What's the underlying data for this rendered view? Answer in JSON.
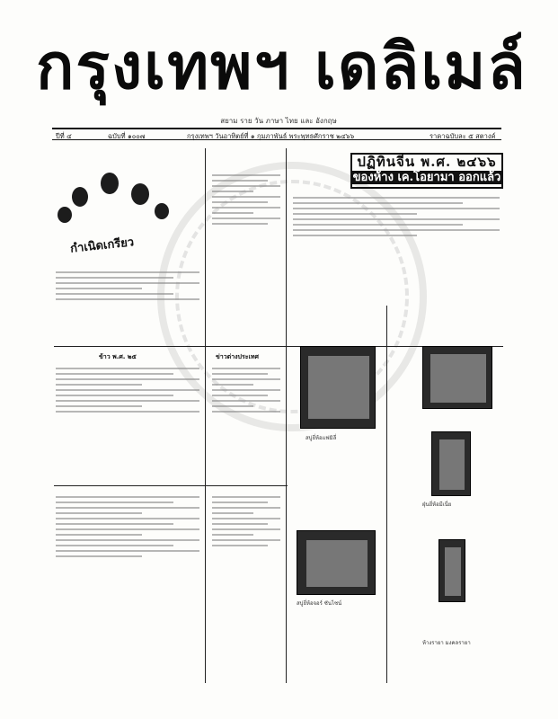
{
  "masthead": {
    "title": "กรุงเทพฯ เดลิเมล์"
  },
  "header": {
    "subtitle": "สยาม ราย วัน ภาษา ไทย และ อังกฤษ",
    "issue": "ปีที่ ๔",
    "number": "ฉบับที่ ๑๐๐๗",
    "date": "กรุงเทพฯ วันอาทิตย์ที่ ๑ กุมภาพันธ์ พระพุทธศักราช ๒๔๖๖",
    "price": "ราคาฉบับละ ๕ สตางค์"
  },
  "ad": {
    "line1": "ปฏิทินจีน พ.ศ. ๒๔๖๖",
    "line2": "ของห้าง เค.โอยามา ออกแล้ว"
  },
  "sections": {
    "left_head": "ข้าว พ.ศ. ๒๕",
    "mid_head": "ข่าวต่างประเทศ",
    "soap_caption": "สบู่ยี่ห้อแฟมิลี่",
    "case_caption": "สบู่ยี่ห้อจอร์ ซันไซน์",
    "right_caption": "ฝุ่นยี่ห้อมีเนี่ย",
    "bottom_right": "ห้างรายา มงคลรายา"
  },
  "illustration": {
    "label": "กำเนิดเกรียว"
  }
}
